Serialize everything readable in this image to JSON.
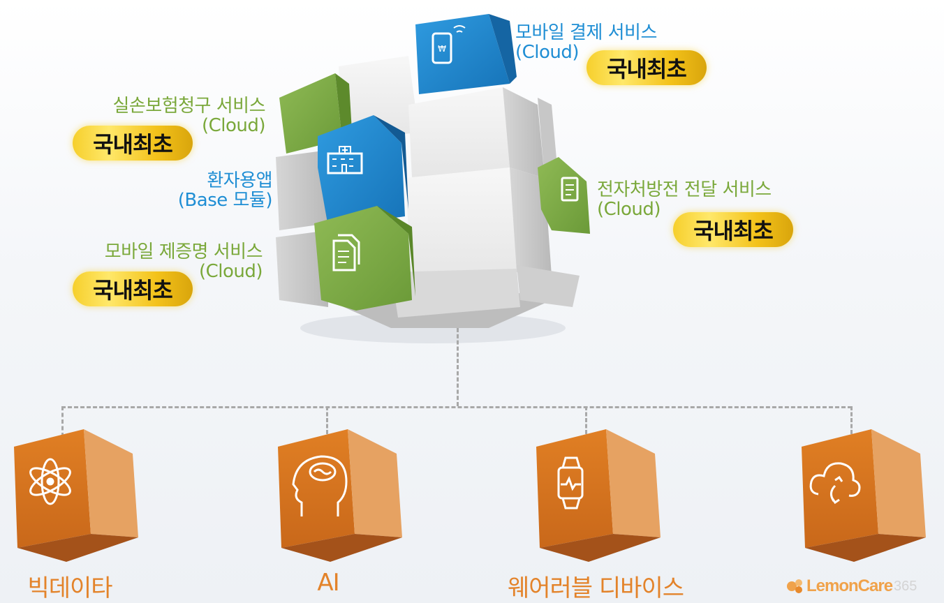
{
  "cube_labels": {
    "mobile_payment": {
      "title": "모바일 결제 서비스",
      "sub": "(Cloud)",
      "badge": "국내최초",
      "icon": "mobile-payment-icon"
    },
    "insurance_claim": {
      "title": "실손보험청구 서비스",
      "sub": "(Cloud)",
      "badge": "국내최초",
      "icon": "hospital-icon"
    },
    "patient_app": {
      "title": "환자용앱",
      "sub": "(Base 모듈)",
      "icon": "hospital-icon"
    },
    "certificate": {
      "title": "모바일 제증명 서비스",
      "sub": "(Cloud)",
      "badge": "국내최초",
      "icon": "document-icon"
    },
    "prescription": {
      "title": "전자처방전 전달 서비스",
      "sub": "(Cloud)",
      "badge": "국내최초",
      "icon": "prescription-icon"
    }
  },
  "bottom_boxes": [
    {
      "label": "빅데이타",
      "icon": "atom-icon"
    },
    {
      "label": "AI",
      "icon": "brain-head-icon"
    },
    {
      "label": "웨어러블 디바이스",
      "icon": "smartwatch-icon"
    },
    {
      "label": "",
      "icon": "cloud-icon"
    }
  ],
  "brand": {
    "name": "LemonCare",
    "suffix": "365"
  },
  "colors": {
    "blue": "#1f8ed4",
    "green": "#7aa83a",
    "orange": "#e3832a",
    "gold": "#f6cf2c"
  }
}
